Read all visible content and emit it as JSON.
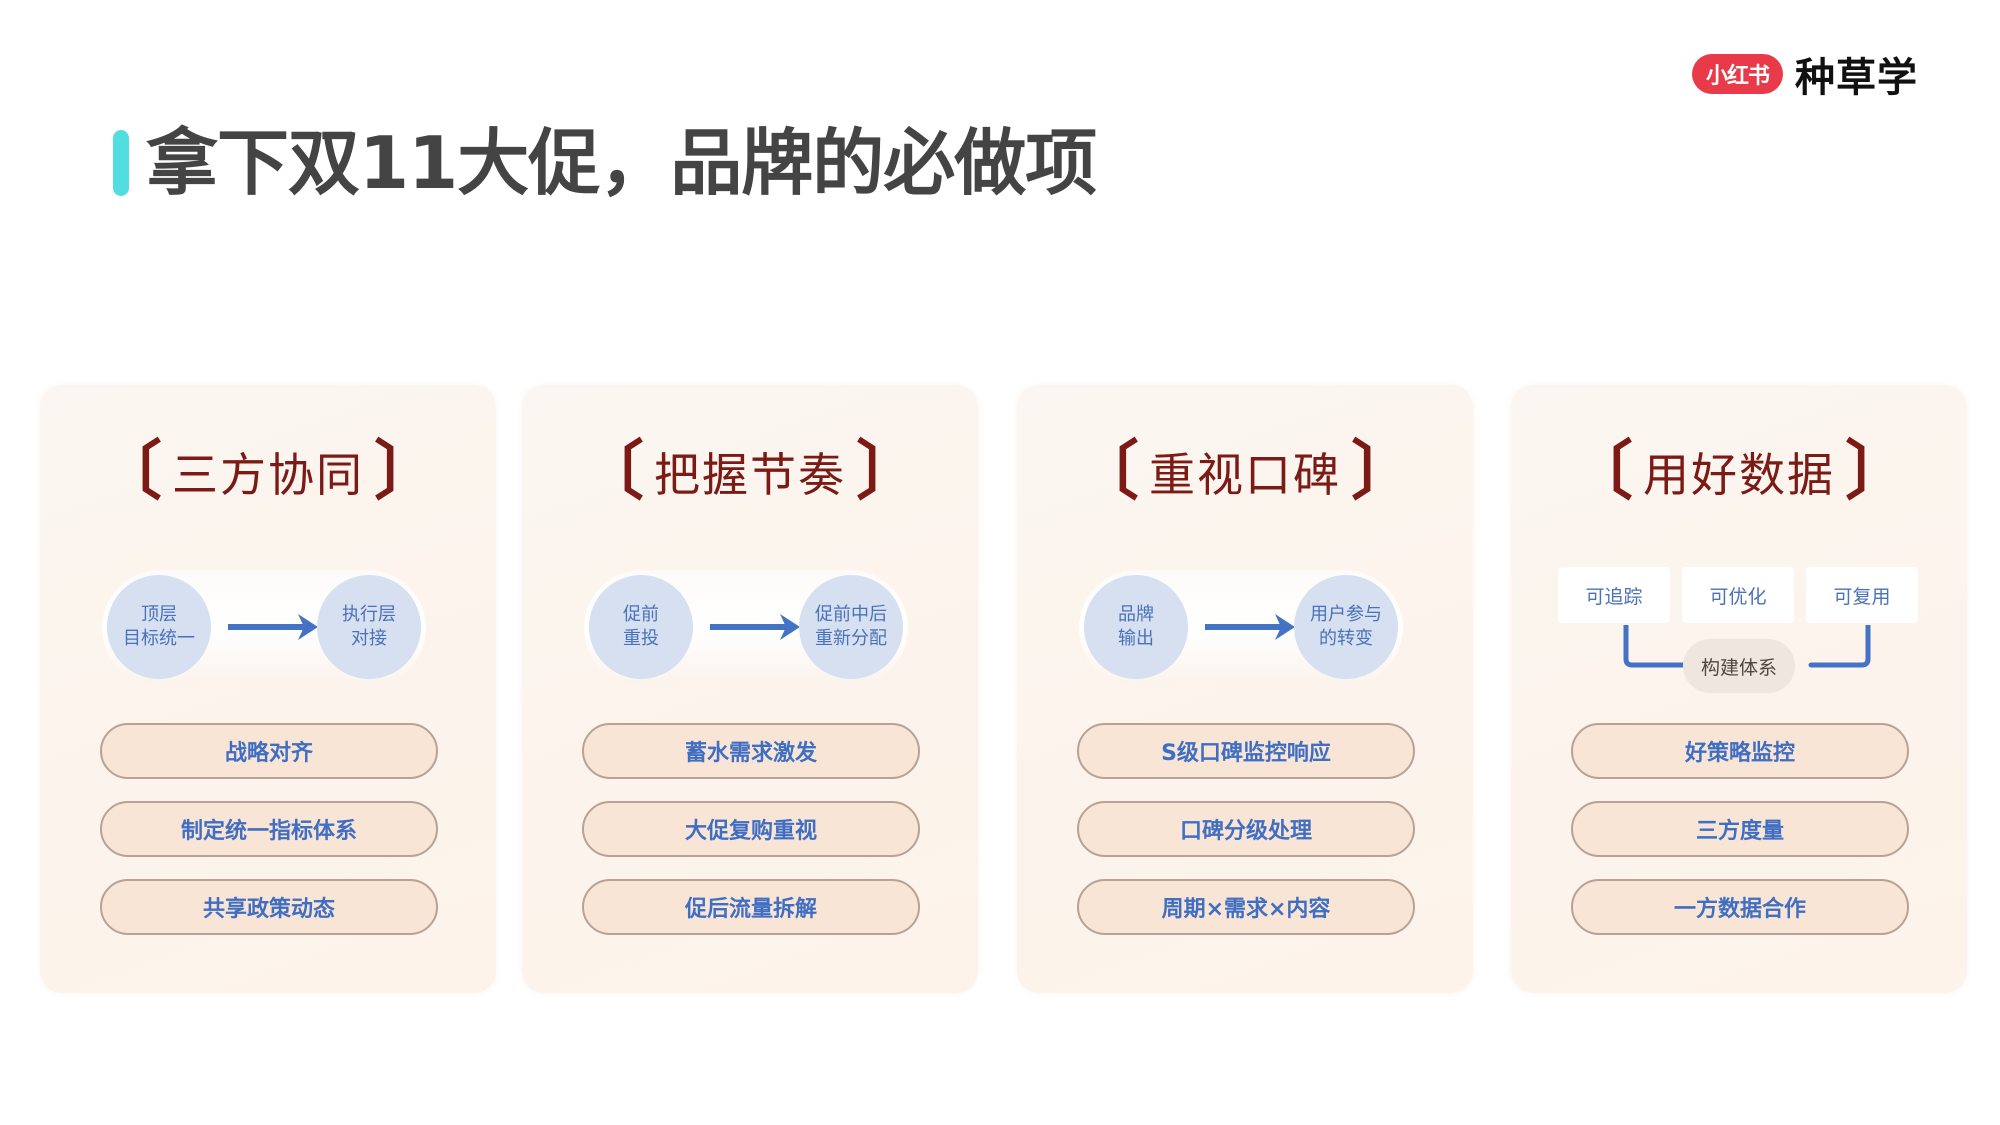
{
  "logo": {
    "badge": "小红书",
    "text": "种草学",
    "badge_color": "#e83a48"
  },
  "page": {
    "title": "拿下双11大促，品牌的必做项",
    "accent_color": "#52dde0"
  },
  "cards": [
    {
      "heading": "三方协同",
      "flow": {
        "from": [
          "顶层",
          "目标统一"
        ],
        "to": [
          "执行层",
          "对接"
        ]
      },
      "items": [
        "战略对齐",
        "制定统一指标体系",
        "共享政策动态"
      ]
    },
    {
      "heading": "把握节奏",
      "flow": {
        "from": [
          "促前",
          "重投"
        ],
        "to": [
          "促前中后",
          "重新分配"
        ]
      },
      "items": [
        "蓄水需求激发",
        "大促复购重视",
        "促后流量拆解"
      ]
    },
    {
      "heading": "重视口碑",
      "flow": {
        "from": [
          "品牌",
          "输出"
        ],
        "to": [
          "用户参与",
          "的转变"
        ]
      },
      "items": [
        "S级口碑监控响应",
        "口碑分级处理",
        "周期×需求×内容"
      ]
    },
    {
      "heading": "用好数据",
      "data_boxes": [
        "可追踪",
        "可优化",
        "可复用"
      ],
      "center_label": "构建体系",
      "items": [
        "好策略监控",
        "三方度量",
        "一方数据合作"
      ]
    }
  ],
  "colors": {
    "heading": "#7c1a16",
    "pill_text": "#3f6ec2",
    "pill_fill": "#f8e5d6",
    "circle_fill": "#d6e0f1",
    "arrow": "#4472c4"
  }
}
